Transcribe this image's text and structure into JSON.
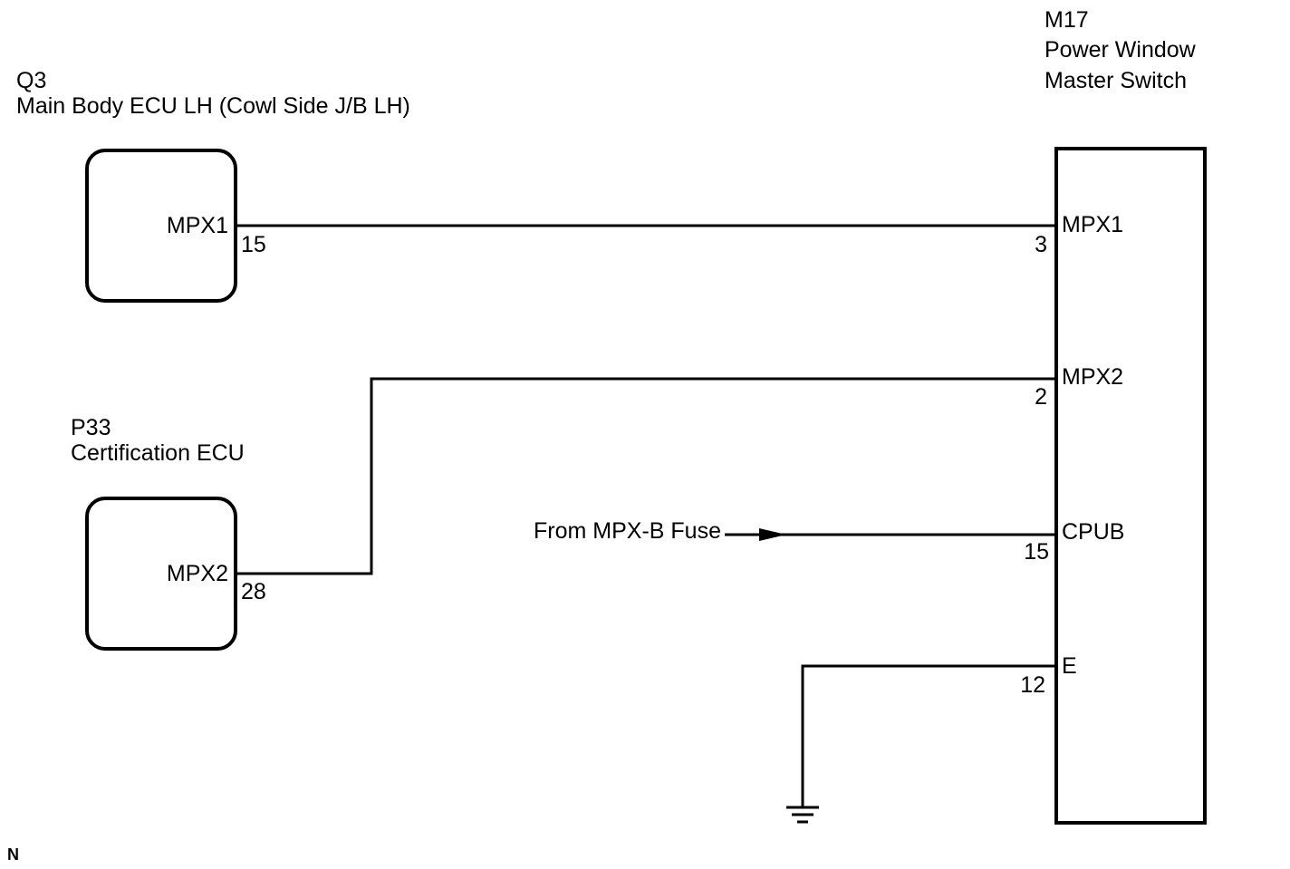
{
  "components": {
    "q3": {
      "code": "Q3",
      "name": "Main Body ECU LH (Cowl Side J/B LH)",
      "terminal_name": "MPX1",
      "pin": "15"
    },
    "p33": {
      "code": "P33",
      "name": "Certification ECU",
      "terminal_name": "MPX2",
      "pin": "28"
    },
    "m17": {
      "code": "M17",
      "name_line1": "Power Window",
      "name_line2": "Master Switch",
      "terminals": [
        {
          "name": "MPX1",
          "pin": "3"
        },
        {
          "name": "MPX2",
          "pin": "2"
        },
        {
          "name": "CPUB",
          "pin": "15"
        },
        {
          "name": "E",
          "pin": "12"
        }
      ]
    }
  },
  "power_source": {
    "label": "From MPX-B Fuse"
  },
  "corner_mark": "N",
  "ground_icon": "ground-symbol-icon",
  "colors": {
    "line": "#000000",
    "background": "#ffffff"
  }
}
